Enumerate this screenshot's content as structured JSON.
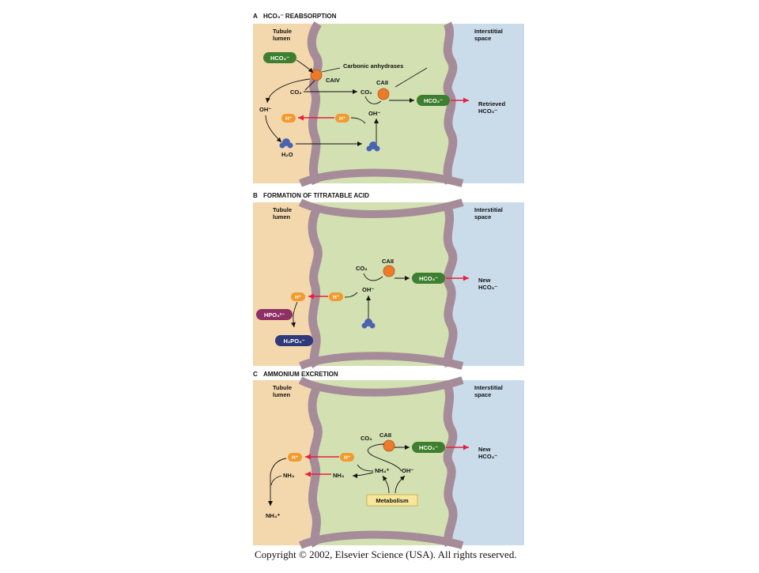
{
  "panels": [
    {
      "letter": "A",
      "title": "HCO₃⁻ REABSORPTION",
      "lumen_label": [
        "Tubule",
        "lumen"
      ],
      "interstitial_label": [
        "Interstitial",
        "space"
      ],
      "enzymes_label": "Carbonic anhydrases",
      "caiv": "CAIV",
      "caii": "CAII",
      "hco3": "HCO₃⁻",
      "co2": "CO₂",
      "oh": "OH⁻",
      "h": "H⁺",
      "h2o": "H₂O",
      "output": [
        "Retrieved",
        "HCO₃⁻"
      ]
    },
    {
      "letter": "B",
      "title": "FORMATION OF TITRATABLE ACID",
      "lumen_label": [
        "Tubule",
        "lumen"
      ],
      "interstitial_label": [
        "Interstitial",
        "space"
      ],
      "caii": "CAII",
      "co2": "CO₂",
      "oh": "OH⁻",
      "h": "H⁺",
      "hco3": "HCO₃⁻",
      "hpo4": "HPO₄²⁻",
      "h2po4": "H₂PO₄⁻",
      "output": [
        "New",
        "HCO₃⁻"
      ]
    },
    {
      "letter": "C",
      "title": "AMMONIUM EXCRETION",
      "lumen_label": [
        "Tubule",
        "lumen"
      ],
      "interstitial_label": [
        "Interstitial",
        "space"
      ],
      "caii": "CAII",
      "co2": "CO₂",
      "hco3": "HCO₃⁻",
      "h": "H⁺",
      "nh3": "NH₃",
      "nh4": "NH₄⁺",
      "oh": "OH⁻",
      "metabolism": "Metabolism",
      "output": [
        "New",
        "HCO₃⁻"
      ]
    }
  ],
  "copyright": "Copyright © 2002, Elsevier Science (USA).  All rights reserved.",
  "colors": {
    "lumen": "#f3d7ad",
    "cell": "#d2e0b2",
    "interstitial": "#cadcea",
    "membrane": "#a68c99",
    "membrane_edge": "#7e6873",
    "enzyme": "#ec7a2c",
    "hco3_pill": "#3e7f2f",
    "h_pill": "#f29a2e",
    "hpo4_pill": "#8e2f66",
    "h2po4_pill": "#2e3a7a",
    "arrow_red": "#e5203e",
    "water": "#4a63b0",
    "metabolism_box": "#f8e79a"
  }
}
